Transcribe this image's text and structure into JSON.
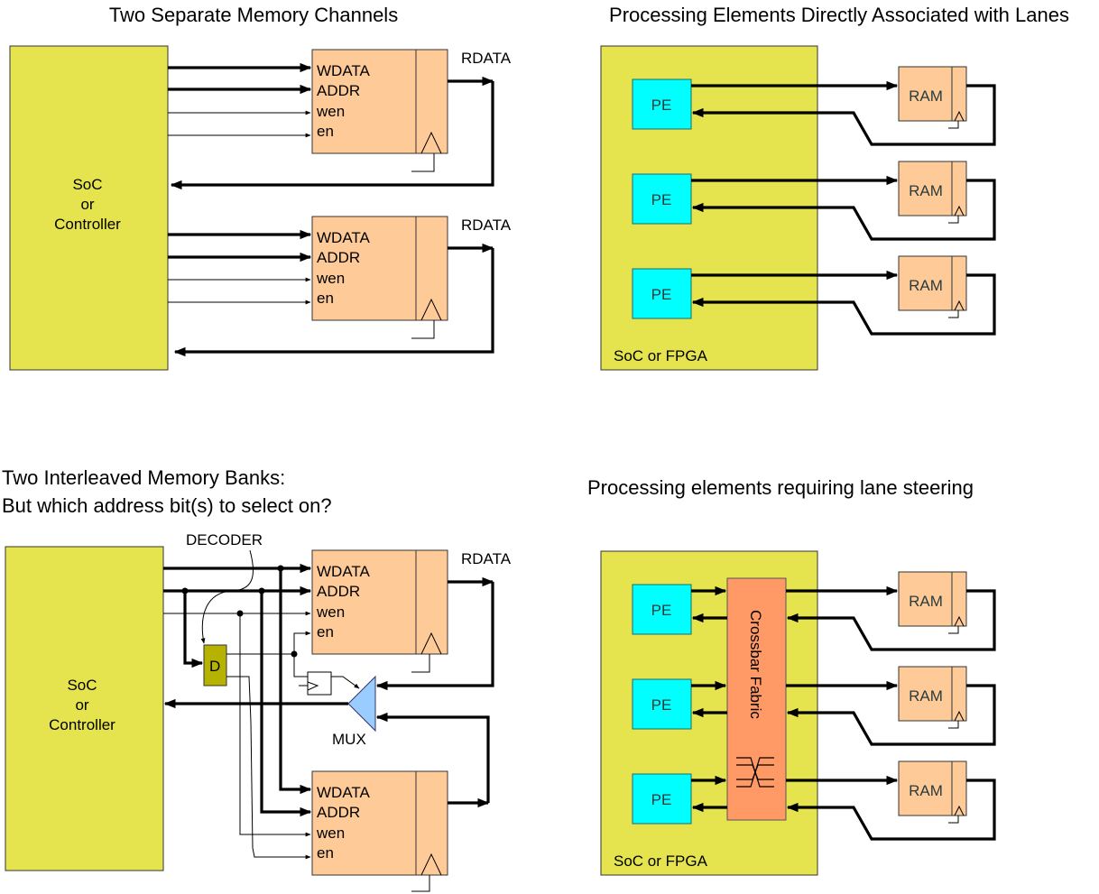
{
  "panels": {
    "top_left": {
      "title": "Two Separate Memory Channels",
      "controller_lines": [
        "SoC",
        "or",
        "Controller"
      ],
      "memories": [
        {
          "ports": [
            "WDATA",
            "ADDR",
            "wen",
            "en"
          ],
          "output_label": "RDATA"
        },
        {
          "ports": [
            "WDATA",
            "ADDR",
            "wen",
            "en"
          ],
          "output_label": "RDATA"
        }
      ]
    },
    "top_right": {
      "title": "Processing Elements Directly Associated with Lanes",
      "container_label": "SoC or FPGA",
      "pe_label": "PE",
      "ram_label": "RAM",
      "lanes": 3
    },
    "bottom_left": {
      "title_line1": "Two Interleaved Memory Banks:",
      "title_line2": "But which address bit(s) to select on?",
      "controller_lines": [
        "SoC",
        "or",
        "Controller"
      ],
      "decoder_label": "DECODER",
      "decoder_box": "D",
      "mux_label": "MUX",
      "memories": [
        {
          "ports": [
            "WDATA",
            "ADDR",
            "wen",
            "en"
          ],
          "output_label": "RDATA"
        },
        {
          "ports": [
            "WDATA",
            "ADDR",
            "wen",
            "en"
          ],
          "output_label": ""
        }
      ]
    },
    "bottom_right": {
      "title": "Processing elements requiring lane steering",
      "container_label": "SoC or FPGA",
      "crossbar_label": "Crossbar Fabric",
      "pe_label": "PE",
      "ram_label": "RAM",
      "lanes": 3
    }
  },
  "colors": {
    "soc": "#e5e44f",
    "ram": "#fecb98",
    "pe": "#00ffff",
    "crossbar": "#ff9966",
    "decoder": "#b5b300",
    "mux": "#99ccff"
  }
}
